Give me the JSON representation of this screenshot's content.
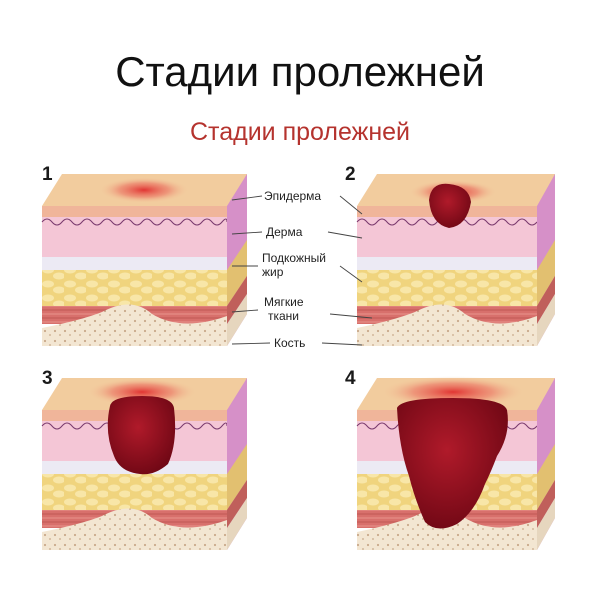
{
  "page": {
    "title": "Стадии пролежней",
    "figure_title": "Стадии пролежней"
  },
  "stages": [
    {
      "number": "1",
      "lesion": "redness"
    },
    {
      "number": "2",
      "lesion": "blister-epidermis-dermis"
    },
    {
      "number": "3",
      "lesion": "ulcer-to-subcutaneous-fat"
    },
    {
      "number": "4",
      "lesion": "ulcer-to-muscle-and-bone"
    }
  ],
  "labels": {
    "epidermis": "Эпидерма",
    "dermis": "Дерма",
    "subcutaneous_line1": "Подкожный",
    "subcutaneous_line2": "жир",
    "soft_tissue_line1": "Мягкие",
    "soft_tissue_line2": "ткани",
    "bone": "Кость"
  },
  "colors": {
    "epidermis": "#f2cc9e",
    "dermis": "#f4c6d6",
    "fat": "#f2d98a",
    "muscle": "#d8706c",
    "bone": "#f3e6d2",
    "side_face": "#d690c8",
    "wound": "#8f0d1c",
    "redness": "#e03a3a",
    "title_accent": "#b5332e"
  }
}
